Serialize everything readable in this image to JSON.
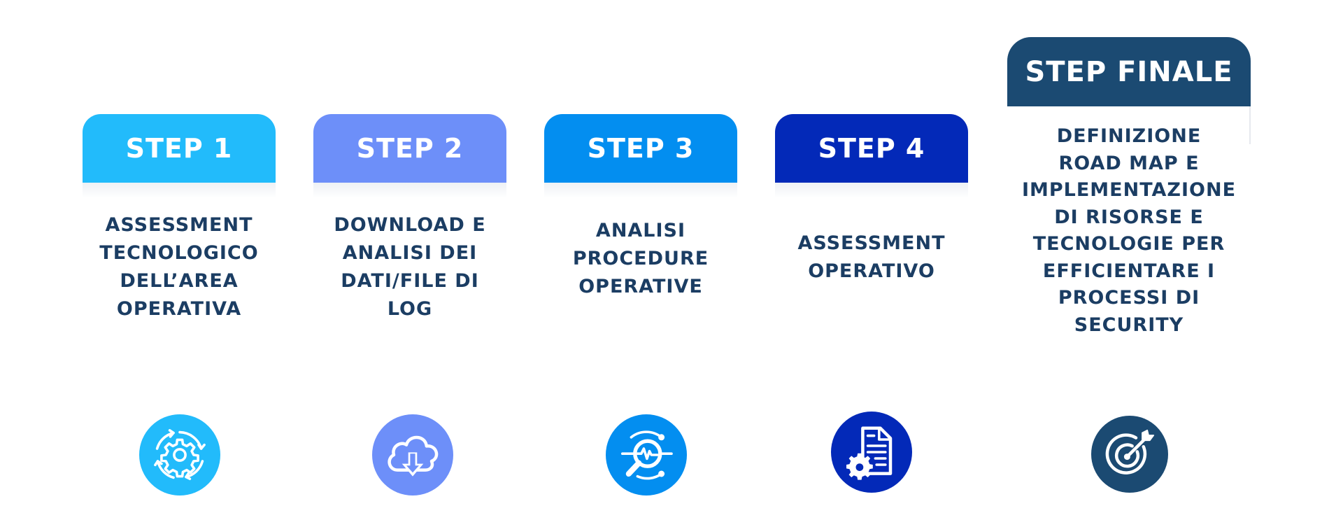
{
  "steps": [
    {
      "title": "STEP 1",
      "description": "ASSESSMENT\nTECNOLOGICO\nDELL’AREA\nOPERATIVA",
      "color": "#22bbfb",
      "icon": "gear-cycle-icon"
    },
    {
      "title": "STEP 2",
      "description": "DOWNLOAD E\nANALISI DEI\nDATI/FILE DI\nLOG",
      "color": "#6d8ff9",
      "icon": "cloud-download-icon"
    },
    {
      "title": "STEP 3",
      "description": "ANALISI\nPROCEDURE\nOPERATIVE",
      "color": "#038ef0",
      "icon": "magnifier-pulse-icon"
    },
    {
      "title": "STEP 4",
      "description": "ASSESSMENT\nOPERATIVO",
      "color": "#0329b8",
      "icon": "document-gear-icon"
    },
    {
      "title": "STEP FINALE",
      "description": "DEFINIZIONE\nROAD MAP E\nIMPLEMENTAZIONE\nDI RISORSE E\nTECNOLOGIE PER\nEFFICIENTARE I\nPROCESSI DI\nSECURITY",
      "color": "#1b4a72",
      "icon": "target-arrow-icon"
    }
  ]
}
